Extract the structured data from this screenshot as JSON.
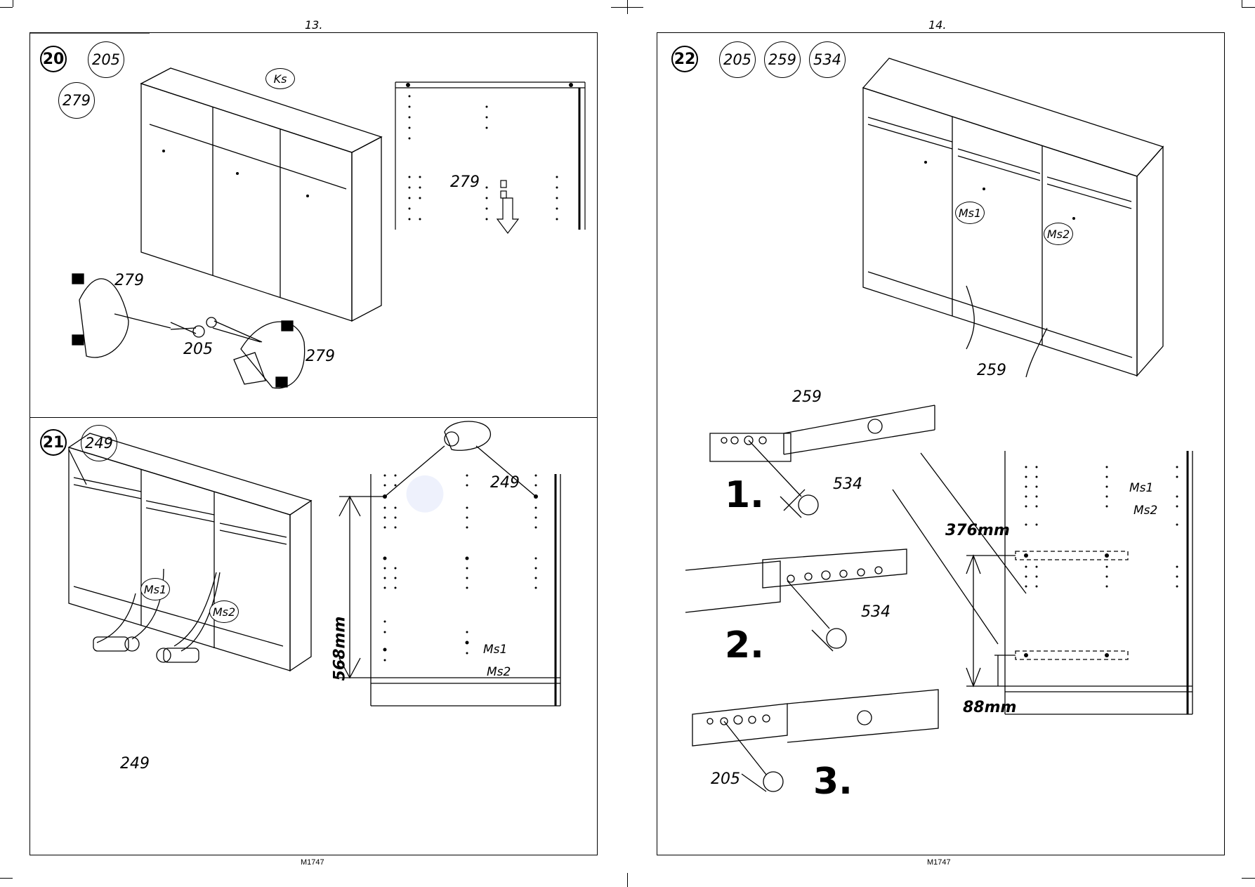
{
  "pages": {
    "left": {
      "number": "13.",
      "footer": "M1747"
    },
    "right": {
      "number": "14.",
      "footer": "M1747"
    }
  },
  "steps": {
    "s20": {
      "number": "20",
      "parts": [
        "205",
        "279"
      ],
      "labels": {
        "ks": "Ks",
        "p279a": "279",
        "p279b": "279",
        "p279c": "279",
        "p205": "205"
      }
    },
    "s21": {
      "number": "21",
      "parts": [
        "249"
      ],
      "labels": {
        "p249a": "249",
        "p249b": "249",
        "ms1": "Ms1",
        "ms2": "Ms2",
        "ms1b": "Ms1",
        "ms2b": "Ms2",
        "dim": "568mm"
      }
    },
    "s22": {
      "number": "22",
      "parts": [
        "205",
        "259",
        "534"
      ],
      "labels": {
        "ms1": "Ms1",
        "ms2": "Ms2",
        "p259a": "259",
        "p259b": "259",
        "p534a": "534",
        "p534b": "534",
        "p205": "205",
        "ms1b": "Ms1",
        "ms2b": "Ms2",
        "dim1": "376mm",
        "dim2": "88mm",
        "sub1": "1.",
        "sub2": "2.",
        "sub3": "3."
      }
    }
  }
}
